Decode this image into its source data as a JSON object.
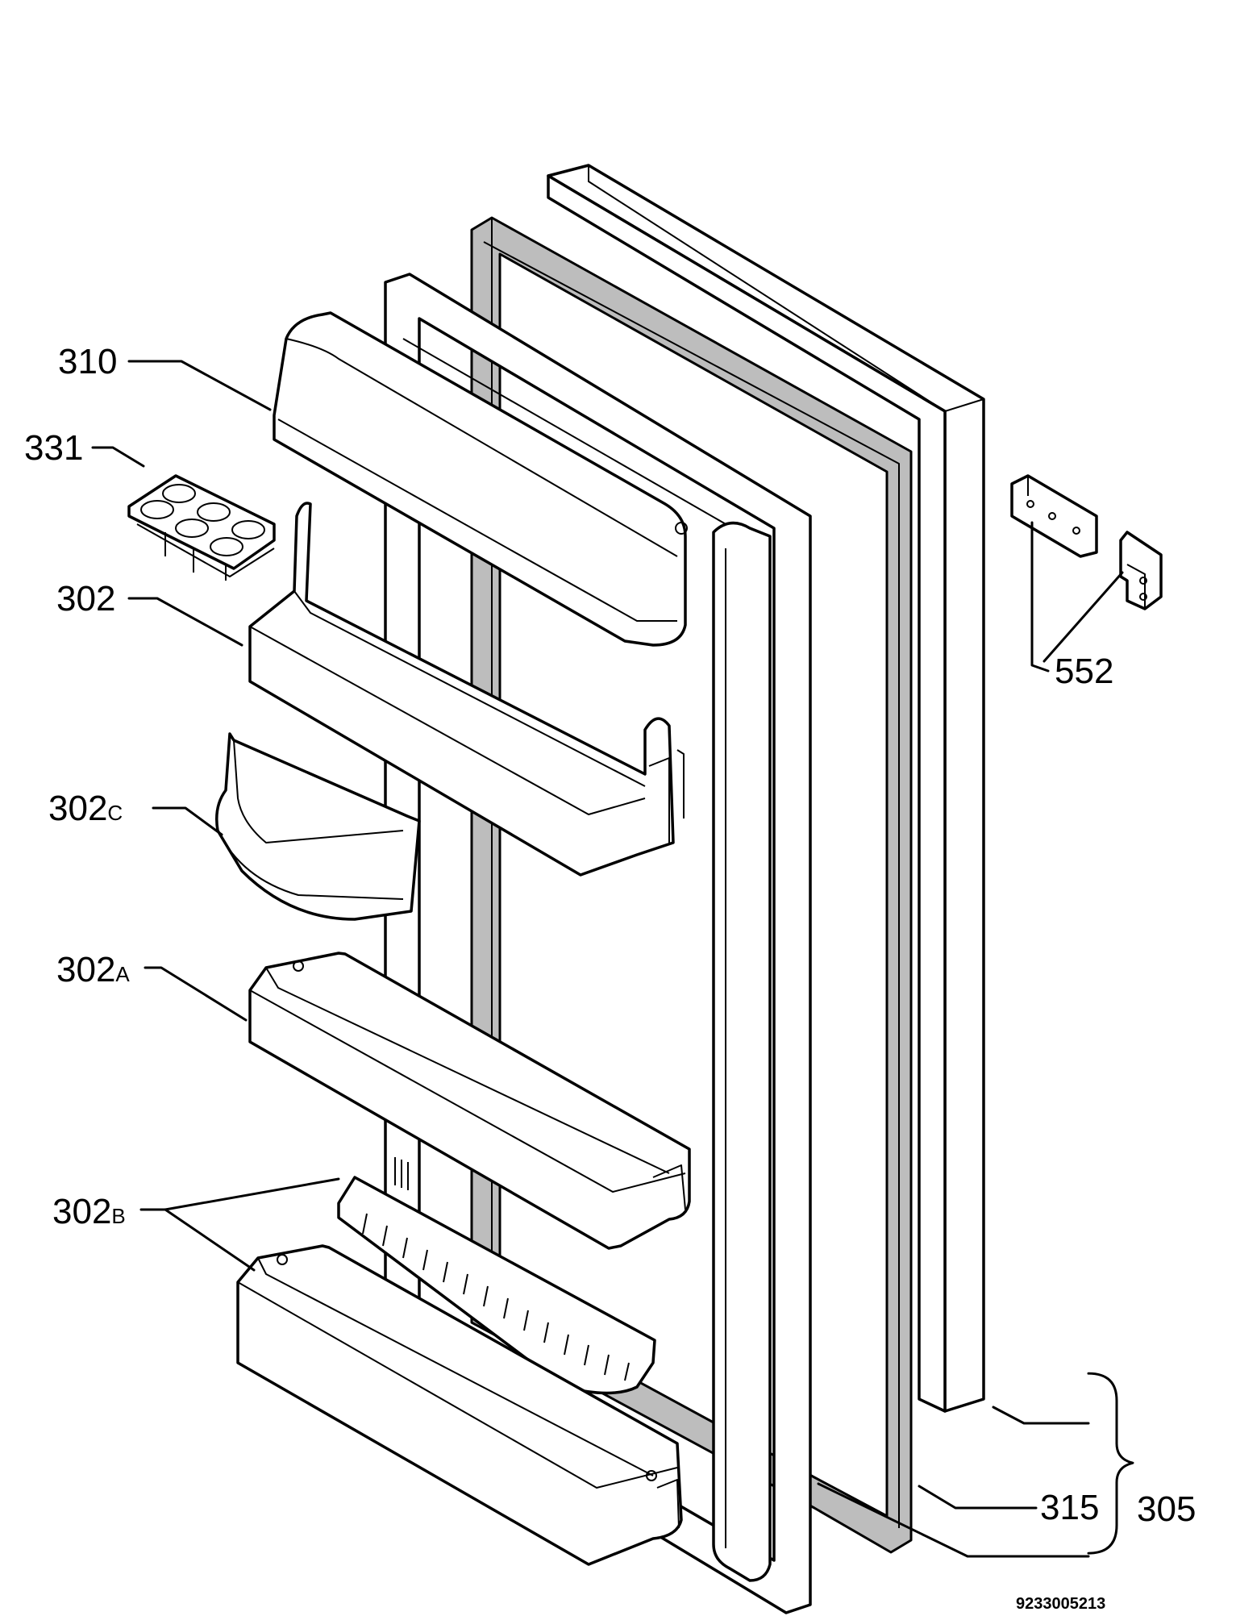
{
  "diagram": {
    "drawing_number": "9233005213",
    "labels": {
      "p310": "310",
      "p331": "331",
      "p302": "302",
      "p302c_num": "302",
      "p302c_suffix": "C",
      "p302a_num": "302",
      "p302a_suffix": "A",
      "p302b_num": "302",
      "p302b_suffix": "B",
      "p552": "552",
      "p315": "315",
      "p305": "305"
    }
  }
}
